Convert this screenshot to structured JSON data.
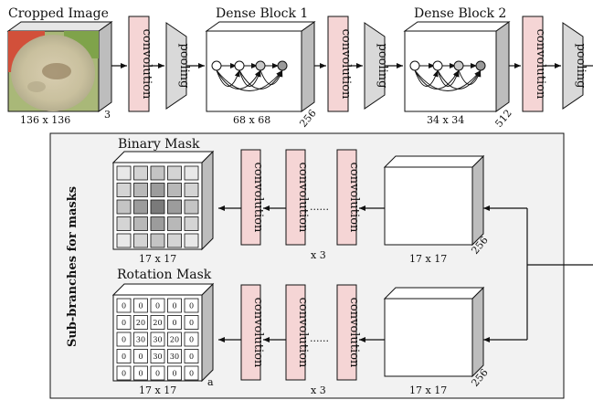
{
  "top_row": {
    "cropped_image": {
      "title": "Cropped Image",
      "size": "136 x 136",
      "channels": "3"
    },
    "conv_label": "convolution",
    "pool_label": "pooling",
    "dense1": {
      "title": "Dense Block 1",
      "size": "68 x 68",
      "channels": "256"
    },
    "dense2": {
      "title": "Dense Block 2",
      "size": "34 x 34",
      "channels": "512"
    }
  },
  "branches": {
    "side_label": "Sub-branches for masks",
    "binary": {
      "title": "Binary Mask",
      "size": "17 x 17",
      "repeat": "x 3",
      "dots": "......",
      "feat_size": "17 x 17",
      "feat_channels": "256",
      "grid_shades": [
        [
          "#e8e8e8",
          "#d4d4d4",
          "#c4c4c4",
          "#d4d4d4",
          "#e8e8e8"
        ],
        [
          "#d4d4d4",
          "#b8b8b8",
          "#9c9c9c",
          "#b8b8b8",
          "#d4d4d4"
        ],
        [
          "#c4c4c4",
          "#9c9c9c",
          "#7a7a7a",
          "#9c9c9c",
          "#c4c4c4"
        ],
        [
          "#d4d4d4",
          "#b8b8b8",
          "#9c9c9c",
          "#b8b8b8",
          "#d4d4d4"
        ],
        [
          "#e8e8e8",
          "#d4d4d4",
          "#c4c4c4",
          "#d4d4d4",
          "#e8e8e8"
        ]
      ]
    },
    "rotation": {
      "title": "Rotation Mask",
      "size": "17 x 17",
      "channels": "a",
      "repeat": "x 3",
      "dots": "......",
      "feat_size": "17 x 17",
      "feat_channels": "256",
      "grid_values": [
        [
          "0",
          "0",
          "0",
          "0",
          "0"
        ],
        [
          "0",
          "20",
          "20",
          "0",
          "0"
        ],
        [
          "0",
          "30",
          "30",
          "20",
          "0"
        ],
        [
          "0",
          "0",
          "30",
          "30",
          "0"
        ],
        [
          "0",
          "0",
          "0",
          "0",
          "0"
        ]
      ]
    }
  },
  "colors": {
    "conv_fill": "#f5d5d5",
    "box_side": "#bdbdbd",
    "panel_bg": "#f2f2f2"
  }
}
